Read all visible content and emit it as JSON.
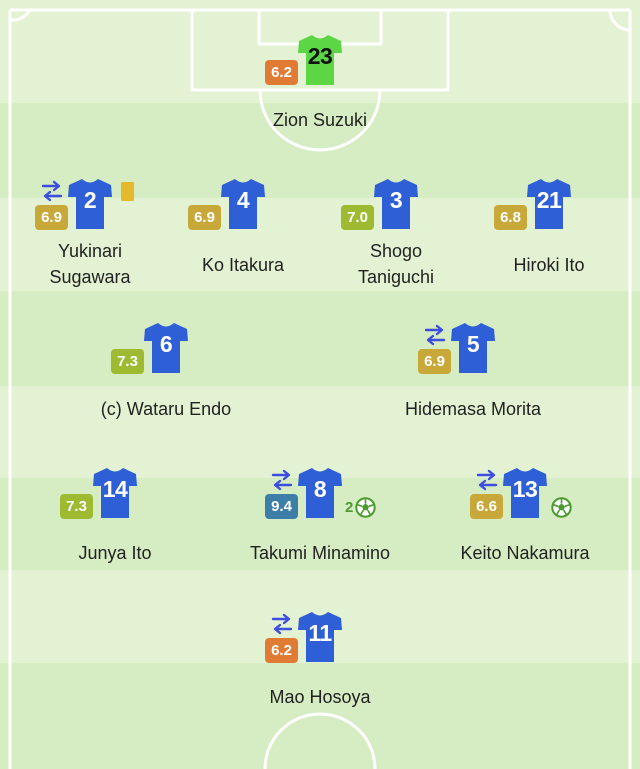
{
  "colors": {
    "shirt": "#2e5fd6",
    "gk_shirt": "#5cd645",
    "rating_orange": "#e07b34",
    "rating_gold": "#c9a83a",
    "rating_green": "#9dba31",
    "rating_blue": "#3d7ea8",
    "sub_icon": "#3b4ee0",
    "card": "#e6b82c"
  },
  "players": {
    "gk": {
      "number": "23",
      "rating": "6.2",
      "name": "Zion Suzuki"
    },
    "sugawara": {
      "number": "2",
      "rating": "6.9",
      "name_line1": "Yukinari",
      "name_line2": "Sugawara"
    },
    "itakura": {
      "number": "4",
      "rating": "6.9",
      "name": "Ko Itakura"
    },
    "taniguchi": {
      "number": "3",
      "rating": "7.0",
      "name_line1": "Shogo",
      "name_line2": "Taniguchi"
    },
    "hiroki_ito": {
      "number": "21",
      "rating": "6.8",
      "name": "Hiroki Ito"
    },
    "endo": {
      "number": "6",
      "rating": "7.3",
      "name": "(c) Wataru Endo"
    },
    "morita": {
      "number": "5",
      "rating": "6.9",
      "name": "Hidemasa Morita"
    },
    "junya_ito": {
      "number": "14",
      "rating": "7.3",
      "name": "Junya Ito"
    },
    "minamino": {
      "number": "8",
      "rating": "9.4",
      "name": "Takumi Minamino",
      "goals": "2"
    },
    "nakamura": {
      "number": "13",
      "rating": "6.6",
      "name": "Keito Nakamura"
    },
    "hosoya": {
      "number": "11",
      "rating": "6.2",
      "name": "Mao Hosoya"
    }
  }
}
